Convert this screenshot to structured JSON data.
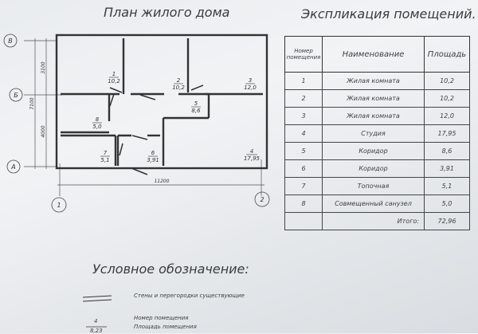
{
  "plan": {
    "title": "План жилого дома",
    "axes_rows": [
      "В",
      "Б",
      "А"
    ],
    "axes_cols": [
      "1",
      "2"
    ],
    "dimensions": {
      "total_width": "11200",
      "total_height": "7100",
      "upper": "3100",
      "lower": "4000"
    },
    "rooms": [
      {
        "num": "1",
        "area": "10,2"
      },
      {
        "num": "2",
        "area": "10,2"
      },
      {
        "num": "3",
        "area": "12,0"
      },
      {
        "num": "4",
        "area": "17,95"
      },
      {
        "num": "5",
        "area": "8,6"
      },
      {
        "num": "6",
        "area": "3,91"
      },
      {
        "num": "7",
        "area": "5,1"
      },
      {
        "num": "8",
        "area": "5,0"
      }
    ]
  },
  "explication": {
    "title": "Экспликация помещений.",
    "headers": {
      "num": "Номер помещения",
      "name": "Наименование",
      "area": "Площадь"
    },
    "rows": [
      {
        "num": "1",
        "name": "Жилая комната",
        "area": "10,2"
      },
      {
        "num": "2",
        "name": "Жилая комната",
        "area": "10,2"
      },
      {
        "num": "3",
        "name": "Жилая комната",
        "area": "12,0"
      },
      {
        "num": "4",
        "name": "Студия",
        "area": "17,95"
      },
      {
        "num": "5",
        "name": "Коридор",
        "area": "8,6"
      },
      {
        "num": "6",
        "name": "Коридор",
        "area": "3,91"
      },
      {
        "num": "7",
        "name": "Топочная",
        "area": "5,1"
      },
      {
        "num": "8",
        "name": "Совмещенный санузел",
        "area": "5,0"
      }
    ],
    "total_label": "Итого:",
    "total_value": "72,96"
  },
  "legend": {
    "title": "Условное обозначение:",
    "walls": "Стены и перегородки существующие",
    "room_number": "Номер помещения",
    "room_area": "Площадь помещения",
    "sample_num": "4",
    "sample_area": "8,23"
  }
}
